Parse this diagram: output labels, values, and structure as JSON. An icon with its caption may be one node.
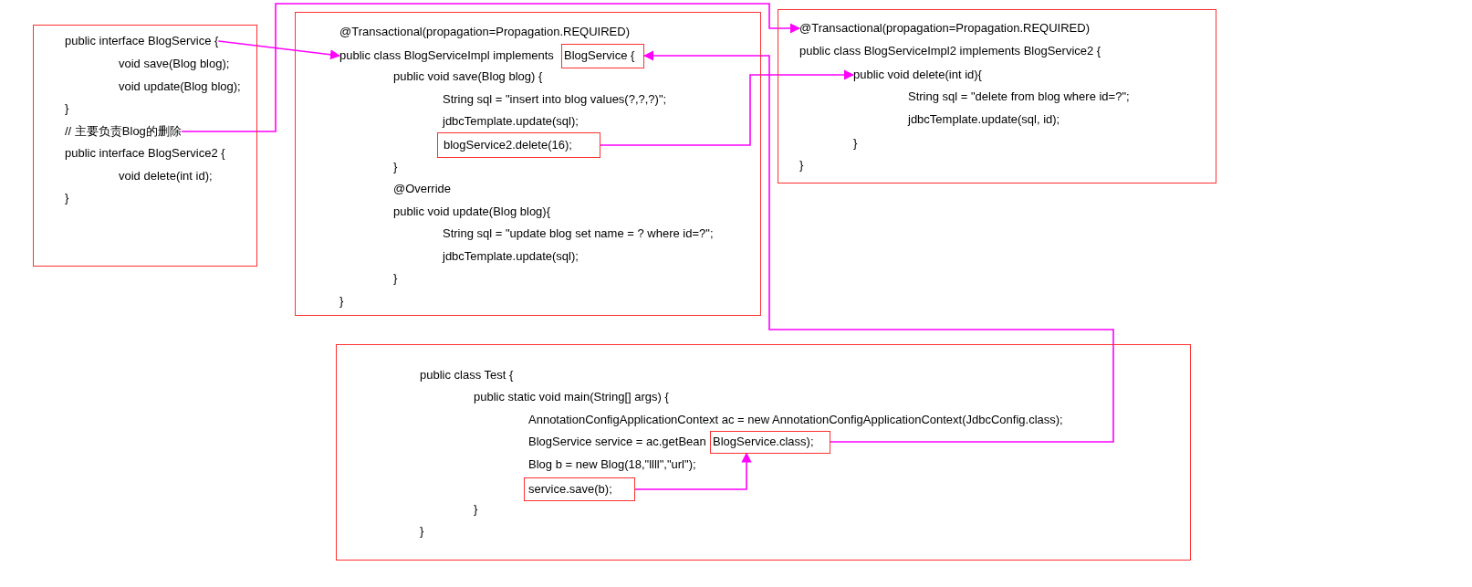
{
  "diagram": {
    "nodes": [
      {
        "text": [
          "void save(Blog blog);",
          "void update(Blog blog);",
          "}",
          "public interface BlogService2 {",
          "void delete(int id);",
          "}"
        ]
      },
      {
        "text": [
          "public interface BlogService {"
        ],
        "in": 0
      },
      {
        "text": [
          "// 主要负责Blog的删除"
        ],
        "in": 0
      },
      {
        "text": [
          "@Transactional(propagation=Propagation.REQUIRED)",
          "public void save(Blog blog) {",
          "String sql = \"insert into blog values(?,?,?)\";",
          "jdbcTemplate.update(sql);",
          "}",
          "@Override",
          "public void update(Blog blog){",
          "String sql = \"update blog set name = ? where id=?\";",
          "jdbcTemplate.update(sql);",
          "}",
          "}"
        ]
      },
      {
        "text": [
          "public class BlogServiceImpl implements"
        ],
        "in": 3
      },
      {
        "text": [
          "BlogService {"
        ],
        "in": 3
      },
      {
        "text": [
          "blogService2.delete(16);"
        ],
        "in": 3
      },
      {
        "text": [
          "public class BlogServiceImpl2 implements BlogService2 {",
          "String sql = \"delete from blog where id=?\";",
          "jdbcTemplate.update(sql, id);",
          "}",
          "}"
        ]
      },
      {
        "text": [
          "@Transactional(propagation=Propagation.REQUIRED)"
        ],
        "in": 7
      },
      {
        "text": [
          "public void delete(int id){"
        ],
        "in": 7
      },
      {
        "text": [
          "public class Test {",
          "public static void main(String[] args) {",
          "AnnotationConfigApplicationContext ac = new AnnotationConfigApplicationContext(JdbcConfig.class);",
          "Blog b = new Blog(18,\"llll\",\"url\");",
          "}",
          "}"
        ]
      },
      {
        "text": [
          "BlogService service = ac.getBean"
        ],
        "in": 10
      },
      {
        "text": [
          "BlogService.class);"
        ],
        "in": 10
      },
      {
        "text": [
          "service.save(b);"
        ],
        "in": 10
      }
    ],
    "edges": [
      {
        "from": 1,
        "to": 4,
        "arrow": "to"
      },
      {
        "from": 2,
        "to": 8,
        "arrow": "to"
      },
      {
        "from": 6,
        "to": 9,
        "arrow": "to"
      },
      {
        "from": 12,
        "to": 5,
        "arrow": "to"
      },
      {
        "from": 13,
        "to": 12,
        "arrow": "to"
      }
    ]
  }
}
